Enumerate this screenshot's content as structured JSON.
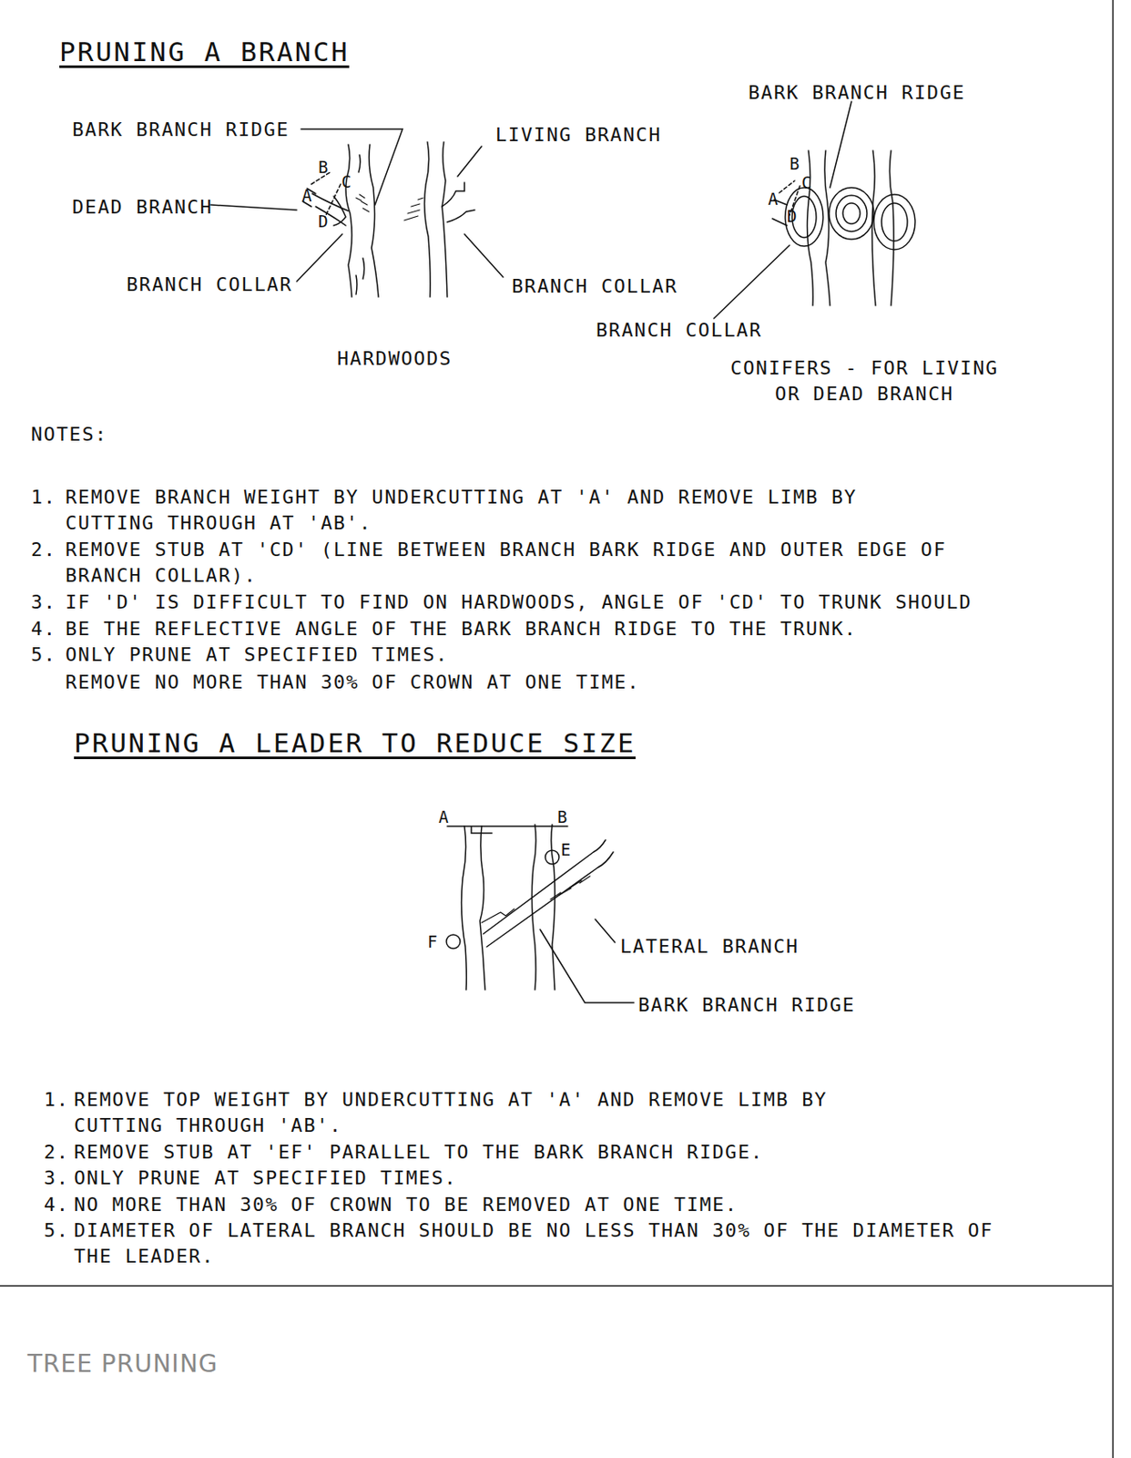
{
  "diagram": {
    "caption": "TREE PRUNING",
    "labels": [
      "PRUNING A BRANCH",
      "BARK BRANCH RIDGE",
      "BARK BRANCH RIDGE",
      "LIVING BRANCH",
      "B",
      "A",
      "C",
      "D",
      "B",
      "C",
      "A",
      "D",
      "DEAD BRANCH",
      "BRANCH COLLAR",
      "BRANCH COLLAR",
      "BRANCH COLLAR",
      "HARDWOODS",
      "CONIFERS - FOR LIVING OR DEAD BRANCH",
      "NOTES:",
      "1.",
      "REMOVE BRANCH WEIGHT BY UNDERCUTTING AT 'A' AND REMOVE LIMB BY CUTTING THROUGH AT 'AB'.",
      "2.",
      "REMOVE STUB AT 'CD' (LINE BETWEEN BRANCH BARK RIDGE AND OUTER EDGE OF BRANCH COLLAR).",
      "3.",
      "IF 'D' IS DIFFICULT TO FIND ON HARDWOODS, ANGLE OF 'CD' TO TRUNK SHOULD",
      "4.",
      "BE THE REFLECTIVE ANGLE OF THE BARK BRANCH RIDGE TO THE TRUNK.",
      "5.",
      "ONLY PRUNE AT SPECIFIED TIMES.",
      "REMOVE NO MORE THAN 30% OF CROWN AT ONE TIME.",
      "PRUNING A LEADER TO REDUCE SIZE",
      "A",
      "B",
      "E",
      "F",
      "LATERAL BRANCH",
      "BARK BRANCH RIDGE",
      "1.",
      "REMOVE TOP WEIGHT BY UNDERCUTTING AT 'A' AND REMOVE LIMB BY CUTTING THROUGH 'AB'.",
      "2.",
      "REMOVE STUB AT 'EF' PARALLEL TO THE BARK BRANCH RIDGE.",
      "3.",
      "ONLY PRUNE AT SPECIFIED TIMES.",
      "4.",
      "NO MORE THAN 30% OF CROWN TO BE REMOVED AT ONE TIME.",
      "5.",
      "DIAMETER OF LATERAL BRANCH SHOULD BE NO LESS THAN 30% OF THE DIAMETER OF THE LEADER."
    ]
  }
}
